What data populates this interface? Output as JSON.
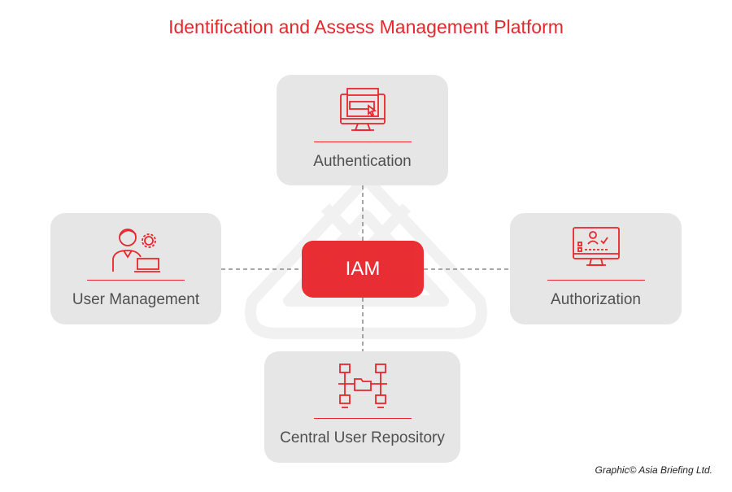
{
  "title": "Identification and Assess Management Platform",
  "center": {
    "label": "IAM",
    "color": "#e8262c"
  },
  "nodes": [
    {
      "label": "Authentication",
      "icon": "monitor-login-icon"
    },
    {
      "label": "User Management",
      "icon": "user-gear-laptop-icon"
    },
    {
      "label": "Authorization",
      "icon": "monitor-user-check-icon"
    },
    {
      "label": "Central User Repository",
      "icon": "network-folder-icon"
    }
  ],
  "credit": "Graphic© Asia Briefing Ltd."
}
